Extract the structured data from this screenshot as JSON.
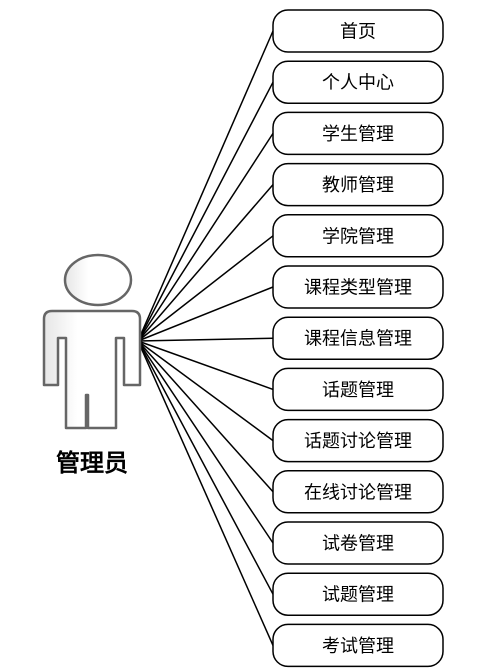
{
  "actor": {
    "label": "管理员"
  },
  "use_cases": [
    {
      "label": "首页"
    },
    {
      "label": "个人中心"
    },
    {
      "label": "学生管理"
    },
    {
      "label": "教师管理"
    },
    {
      "label": "学院管理"
    },
    {
      "label": "课程类型管理"
    },
    {
      "label": "课程信息管理"
    },
    {
      "label": "话题管理"
    },
    {
      "label": "话题讨论管理"
    },
    {
      "label": "在线讨论管理"
    },
    {
      "label": "试卷管理"
    },
    {
      "label": "试题管理"
    },
    {
      "label": "考试管理"
    }
  ]
}
